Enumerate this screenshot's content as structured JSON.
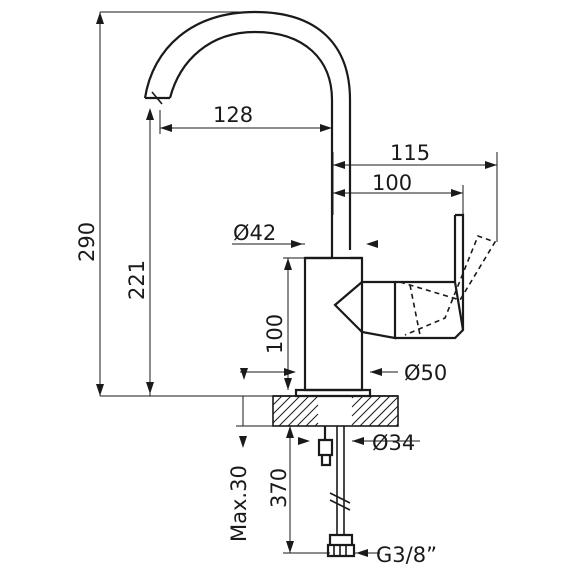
{
  "dimensions": {
    "total_height": "290",
    "spout_height": "221",
    "spout_reach": "128",
    "handle_reach_total": "115",
    "handle_reach": "100",
    "body_diameter": "Ø42",
    "body_height": "100",
    "base_diameter": "Ø50",
    "shank_diameter": "Ø34",
    "max_thickness": "Max.30",
    "hose_length": "370",
    "thread": "G3/8”"
  }
}
